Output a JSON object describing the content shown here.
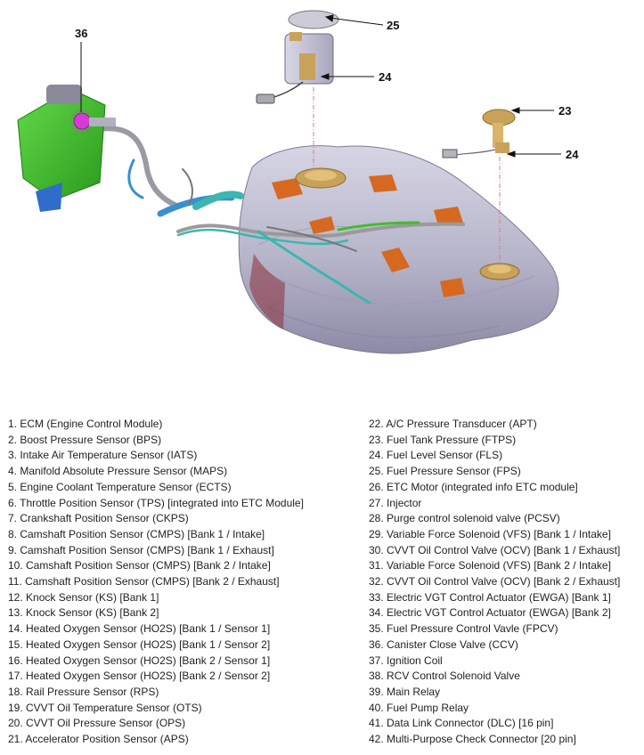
{
  "callouts": {
    "c36": "36",
    "c25": "25",
    "c24a": "24",
    "c23": "23",
    "c24b": "24"
  },
  "colors": {
    "tank": "#b9b8cc",
    "tank_shadow": "#8e8ca8",
    "pad": "#d6691f",
    "canister": "#3fbf2a",
    "sensor_pink": "#d63bd6",
    "line_blue": "#3a8fd0",
    "line_teal": "#3bb6b0",
    "pump_module": "#c9a25a"
  },
  "legend": {
    "left": [
      "1. ECM (Engine Control Module)",
      "2. Boost Pressure Sensor (BPS)",
      "3. Intake Air Temperature Sensor (IATS)",
      "4. Manifold Absolute Pressure Sensor (MAPS)",
      "5. Engine Coolant Temperature Sensor (ECTS)",
      "6. Throttle Position Sensor (TPS) [integrated into ETC Module]",
      "7. Crankshaft Position Sensor (CKPS)",
      "8. Camshaft Position Sensor (CMPS) [Bank 1 / Intake]",
      "9. Camshaft Position Sensor (CMPS) [Bank 1 / Exhaust]",
      "10. Camshaft Position Sensor (CMPS) [Bank 2 / Intake]",
      "11. Camshaft Position Sensor (CMPS) [Bank 2 / Exhaust]",
      "12. Knock Sensor (KS) [Bank 1]",
      "13. Knock Sensor (KS) [Bank 2]",
      "14. Heated Oxygen Sensor (HO2S) [Bank 1 / Sensor 1]",
      "15. Heated Oxygen Sensor (HO2S) [Bank 1 / Sensor 2]",
      "16. Heated Oxygen Sensor (HO2S) [Bank 2 / Sensor 1]",
      "17. Heated Oxygen Sensor (HO2S) [Bank 2 / Sensor 2]",
      "18. Rail Pressure Sensor (RPS)",
      "19. CVVT Oil Temperature Sensor (OTS)",
      "20. CVVT Oil Pressure Sensor (OPS)",
      "21. Accelerator Position Sensor (APS)"
    ],
    "right": [
      "22. A/C Pressure Transducer (APT)",
      "23. Fuel Tank Pressure (FTPS)",
      "24. Fuel Level Sensor (FLS)",
      "25. Fuel Pressure Sensor (FPS)",
      "26. ETC Motor (integrated info ETC module]",
      "27. Injector",
      "28. Purge control solenoid valve (PCSV)",
      "29. Variable Force Solenoid (VFS) [Bank 1 / Intake]",
      "30. CVVT Oil Control Valve (OCV) [Bank 1 / Exhaust]",
      "31. Variable Force Solenoid (VFS) [Bank 2 / Intake]",
      "32. CVVT Oil Control Valve (OCV) [Bank 2 / Exhaust]",
      "33. Electric VGT Control Actuator (EWGA) [Bank 1]",
      "34. Electric VGT Control Actuator (EWGA) [Bank 2]",
      "35. Fuel Pressure Control Vavle (FPCV)",
      "36. Canister Close Valve (CCV)",
      "37. Ignition Coil",
      "38. RCV Control Solenoid Valve",
      "39. Main Relay",
      "40. Fuel Pump Relay",
      "41. Data Link Connector (DLC) [16 pin]",
      "42. Multi-Purpose Check Connector [20 pin]"
    ]
  }
}
